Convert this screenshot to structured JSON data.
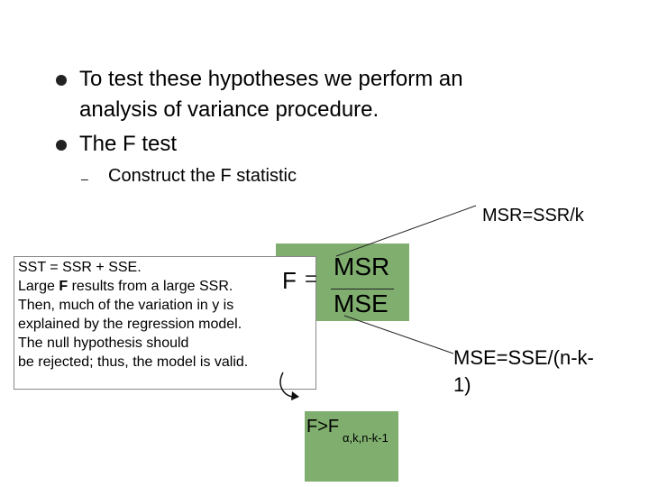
{
  "bullets": [
    {
      "line1": "To test these hypotheses we perform an",
      "line2": "analysis of variance procedure."
    },
    {
      "line1": "The F test"
    }
  ],
  "sub_bullet": {
    "dash": "–",
    "text": "Construct the F statistic"
  },
  "callout_msr": "MSR=SSR/k",
  "callout_mse": {
    "line1": "MSE=SSE/(n-k-",
    "line2": "1)"
  },
  "note_lines": [
    "SST = SSR + SSE.",
    "Large F results from a large SSR.",
    "Then, much of the variation in y is",
    "explained by the regression model.",
    "The null hypothesis should",
    "be rejected; thus, the model is valid."
  ],
  "note_bold_letter": "F",
  "formula": {
    "lhs": "F",
    "eq": "=",
    "numerator": "MSR",
    "denominator": "MSE"
  },
  "fstat": {
    "main": "F>F",
    "subscript": "α,k,n-k-1"
  },
  "colors": {
    "box_green": "#7fae6e",
    "bullet": "#222222"
  }
}
